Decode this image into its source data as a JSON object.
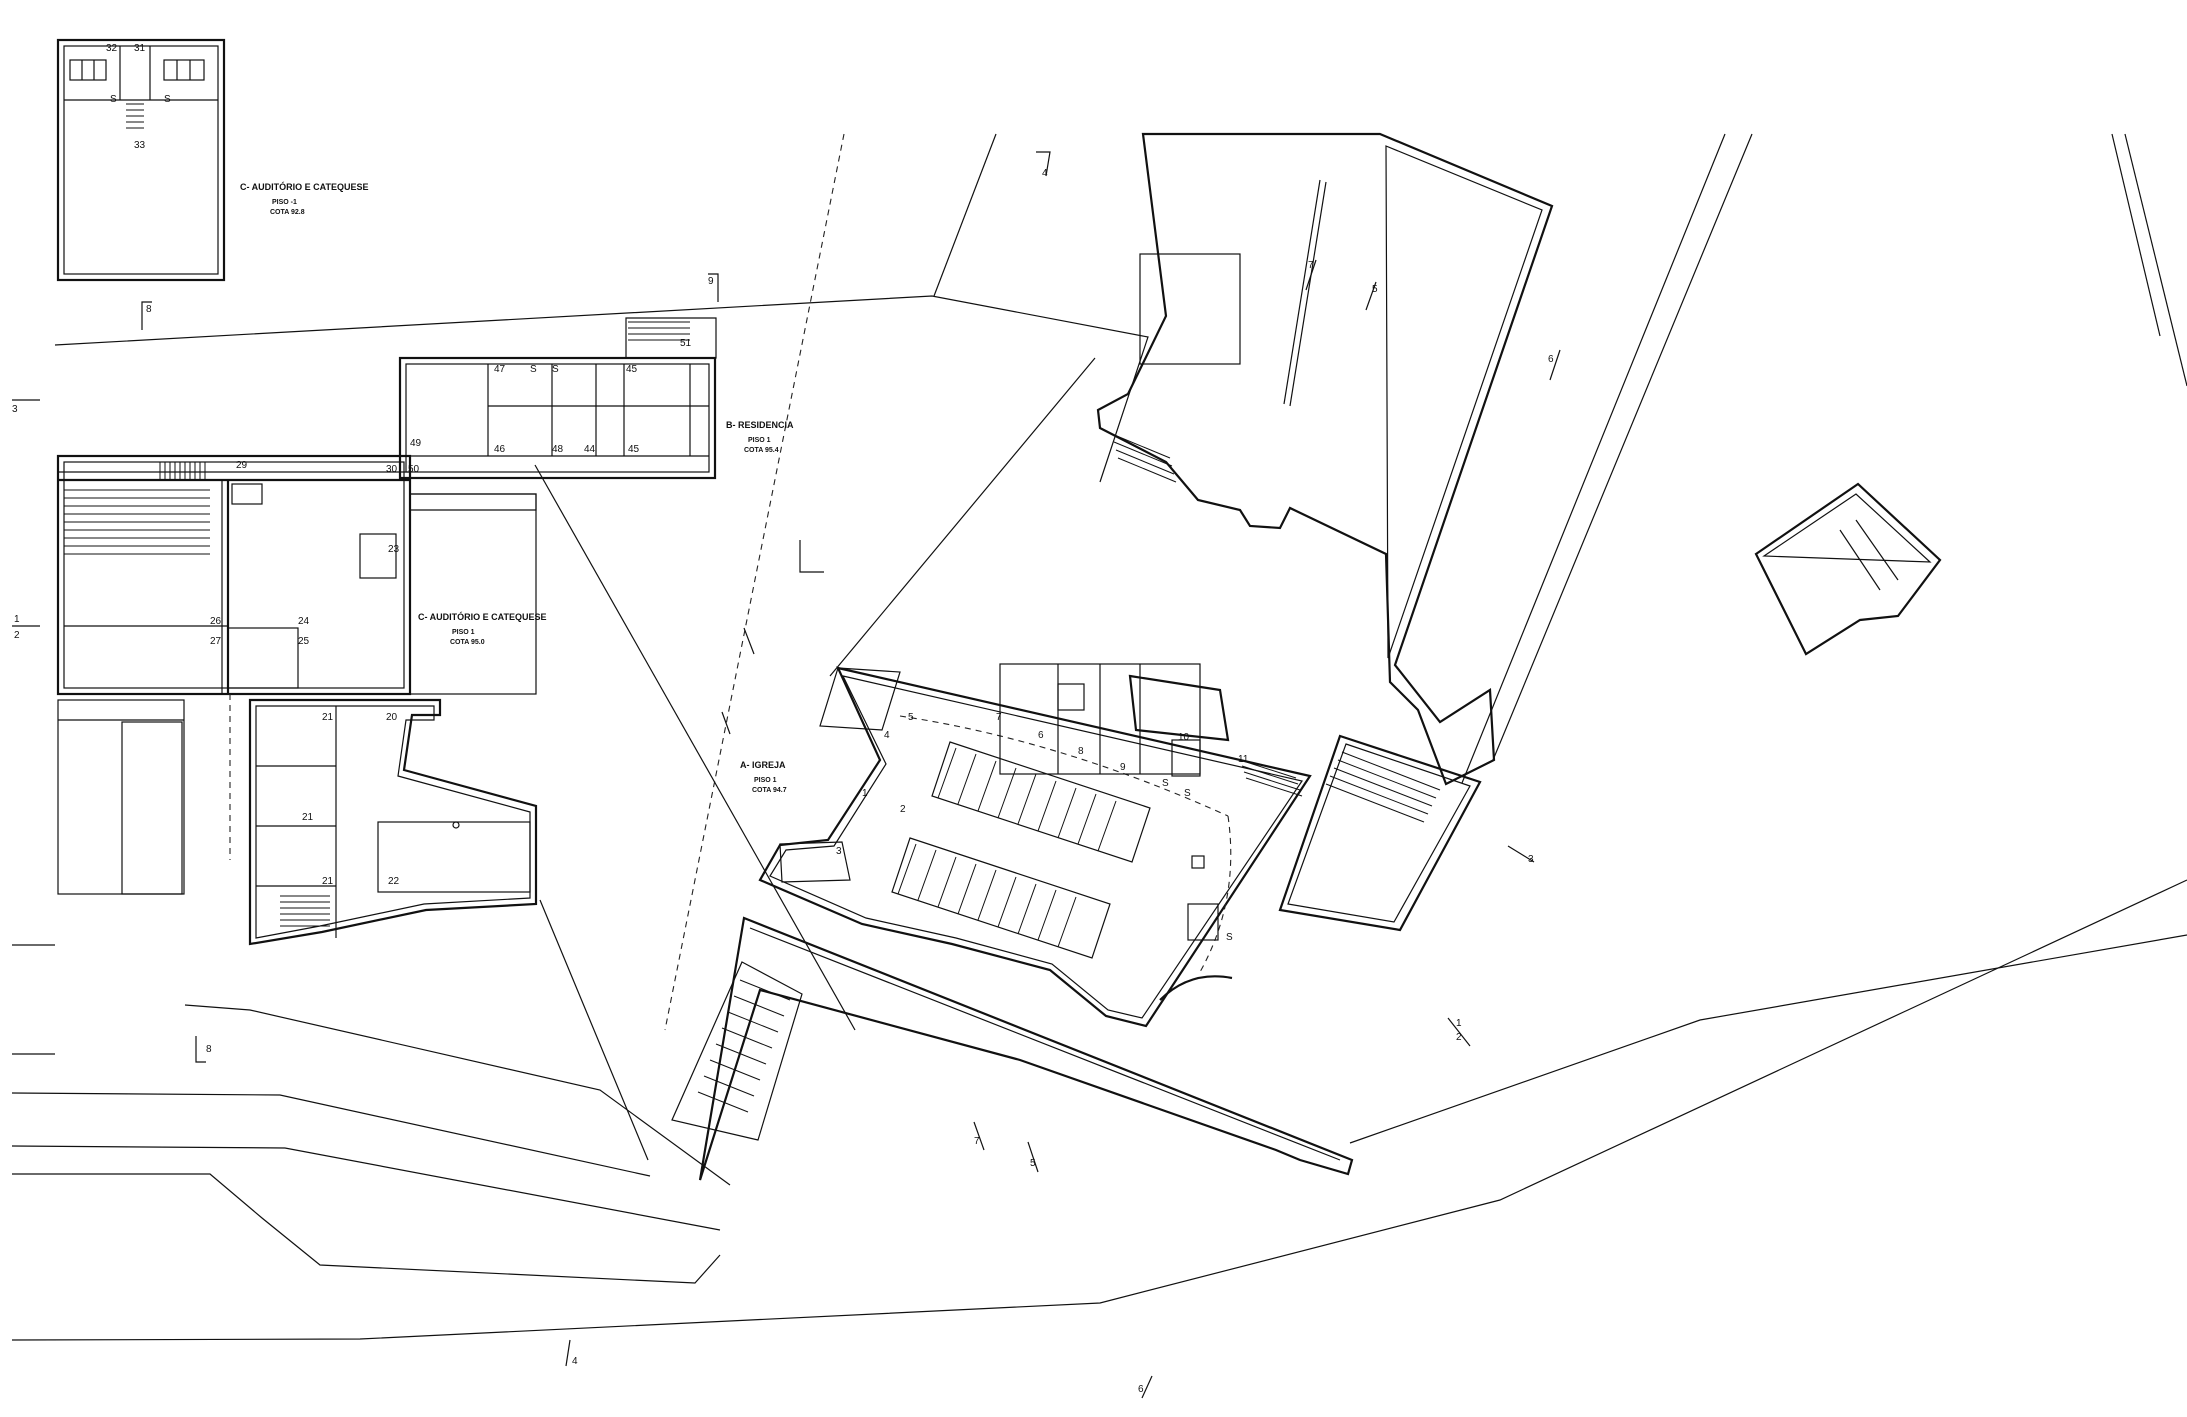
{
  "blocks": {
    "auditorio_piso_m1": {
      "title": "C- AUDITÓRIO E CATEQUESE",
      "floor": "PISO -1",
      "level": "COTA 92.8"
    },
    "auditorio_piso_1": {
      "title": "C- AUDITÓRIO E CATEQUESE",
      "floor": "PISO 1",
      "level": "COTA 95.0"
    },
    "residencia": {
      "title": "B- RESIDENCIA",
      "floor": "PISO 1",
      "level": "COTA 95.4"
    },
    "igreja": {
      "title": "A- IGREJA",
      "floor": "PISO 1",
      "level": "COTA 94.7"
    }
  },
  "room_numbers": {
    "r32": "32",
    "r31": "31",
    "r33": "33",
    "s_left": "S",
    "s_right": "S",
    "r51": "51",
    "r47": "47",
    "rs1": "S",
    "rs2": "S",
    "r45a": "45",
    "r49": "49",
    "r46": "46",
    "r48": "48",
    "r44": "44",
    "r45b": "45",
    "r50": "50",
    "r29": "29",
    "r30": "30",
    "r23": "23",
    "r26": "26",
    "r27": "27",
    "r24": "24",
    "r25": "25",
    "r21a": "21",
    "r20": "20",
    "r21b": "21",
    "r21c": "21",
    "r22": "22",
    "i1": "1",
    "i2": "2",
    "i3": "3",
    "i4": "4",
    "i5": "5",
    "i6": "6",
    "i7": "7",
    "i8": "8",
    "i9": "9",
    "i10": "10",
    "i11": "11",
    "is1": "S",
    "is2": "S",
    "is3": "S"
  },
  "section_marks": {
    "c8a": "8",
    "c9": "9",
    "c3a": "3",
    "c1": "1",
    "c2": "2",
    "c8b": "8",
    "c4a": "4",
    "c7a": "7",
    "c5a": "5",
    "c6a": "6",
    "c7b": "7",
    "c5b": "5",
    "c3b": "3",
    "c12a": "1",
    "c12b": "2",
    "c4b": "4",
    "c6b": "6"
  }
}
